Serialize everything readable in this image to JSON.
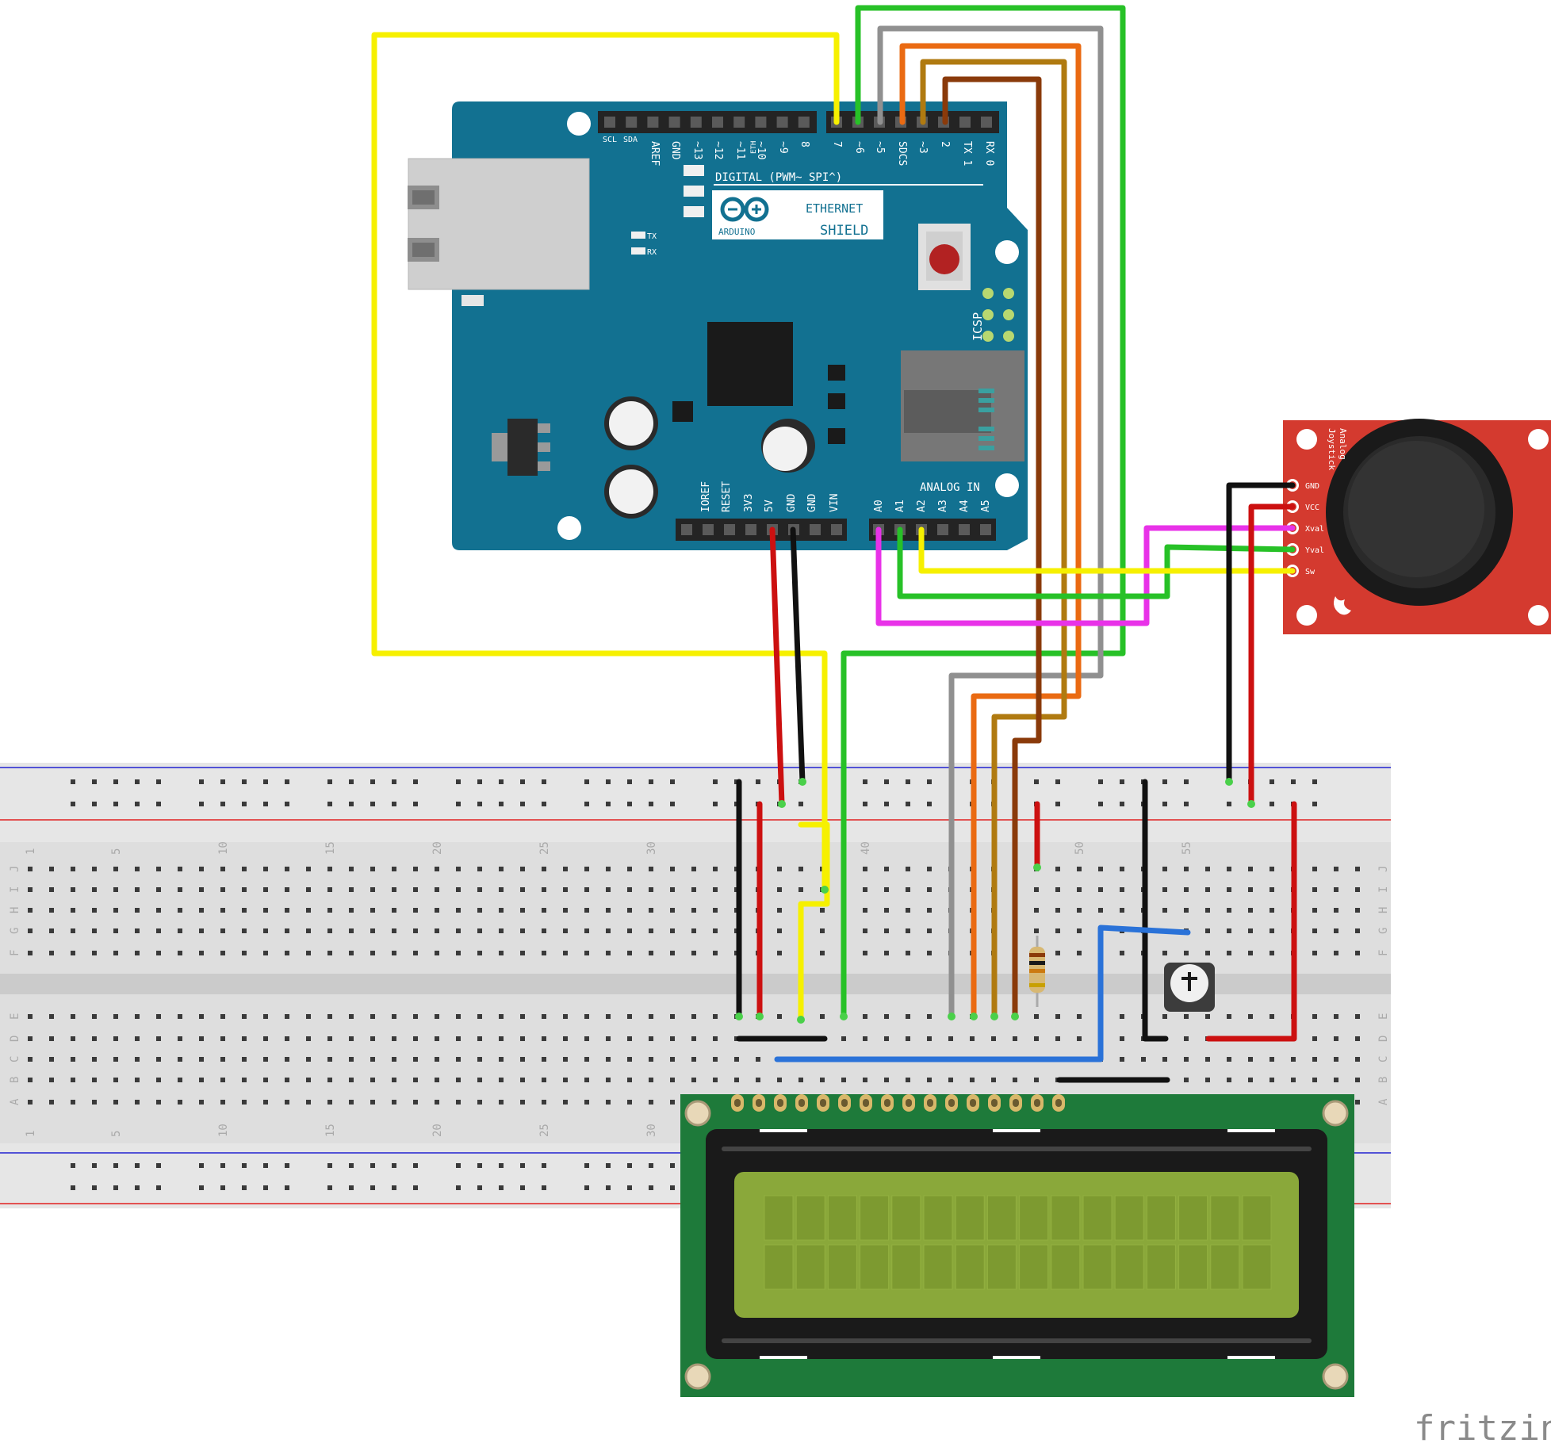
{
  "shield": {
    "digital_header_top": [
      "SCL",
      "SDA"
    ],
    "digital_pins": [
      "AREF",
      "GND",
      "~13",
      "~12",
      "~11",
      "~10",
      "~9",
      "8",
      "7",
      "~6",
      "~5",
      "SDCS",
      "~3",
      "2",
      "TX 1",
      "RX 0"
    ],
    "eth_small": "ETH",
    "digital_title": "DIGITAL (PWM~ SPI^)",
    "logo_brand": "ARDUINO",
    "logo_line1": "ETHERNET",
    "logo_line2": "SHIELD",
    "tx": "TX",
    "rx": "RX",
    "icsp": "ICSP",
    "analog_title": "ANALOG IN",
    "power_pins": [
      "IOREF",
      "RESET",
      "3V3",
      "5V",
      "GND",
      "GND",
      "VIN"
    ],
    "analog_pins": [
      "A0",
      "A1",
      "A2",
      "A3",
      "A4",
      "A5"
    ],
    "colors": {
      "board": "#127191",
      "header": "#242424"
    }
  },
  "joystick": {
    "title_line1": "Analog",
    "title_line2": "Joystick",
    "pins": [
      "GND",
      "VCC",
      "Xval",
      "Yval",
      "Sw"
    ],
    "color": "#d43a2f"
  },
  "breadboard": {
    "column_numbers": [
      "1",
      "5",
      "10",
      "15",
      "20",
      "25",
      "30",
      "40",
      "50",
      "55"
    ],
    "top_rows": [
      "J",
      "I",
      "H",
      "G",
      "F"
    ],
    "bottom_rows": [
      "E",
      "D",
      "C",
      "B",
      "A"
    ],
    "rail_plus_color": "#e02020",
    "rail_minus_color": "#2020d0"
  },
  "lcd": {
    "color": "#1e7a3a",
    "screen_color": "#8aa83a"
  },
  "wires": {
    "colors": {
      "yellow": "#f6f000",
      "green": "#27c127",
      "gray": "#909090",
      "orange": "#ea6a12",
      "brown_light": "#b07a10",
      "brown_dark": "#8a3a0a",
      "red": "#cc1010",
      "black": "#111111",
      "magenta": "#e832e8",
      "blue": "#2a72d8"
    }
  },
  "footer": {
    "brand": "fritzing"
  }
}
